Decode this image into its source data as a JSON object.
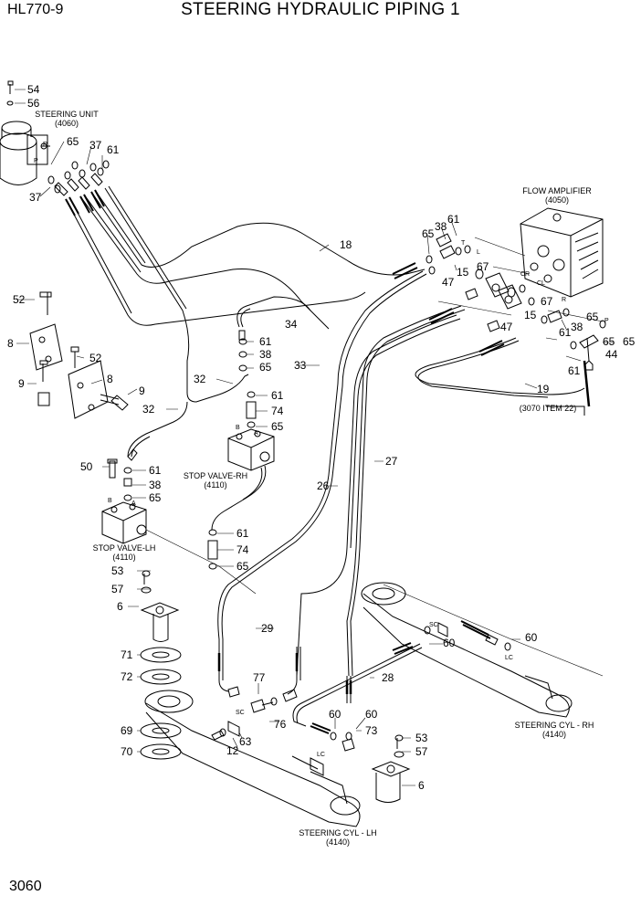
{
  "header": {
    "model": "HL770-9",
    "title": "STEERING HYDRAULIC PIPING 1"
  },
  "page_number": "3060",
  "components": {
    "steering_unit": {
      "name": "STEERING UNIT",
      "ref": "(4060)"
    },
    "flow_amplifier": {
      "name": "FLOW AMPLIFIER",
      "ref": "(4050)"
    },
    "stop_valve_rh": {
      "name": "STOP VALVE-RH",
      "ref": "(4110)"
    },
    "stop_valve_lh": {
      "name": "STOP VALVE-LH",
      "ref": "(4110)"
    },
    "steering_cyl_rh": {
      "name": "STEERING CYL - RH",
      "ref": "(4140)"
    },
    "steering_cyl_lh": {
      "name": "STEERING CYL - LH",
      "ref": "(4140)"
    },
    "item_note": "(3070 ITEM 22)"
  },
  "port_letters": [
    "R",
    "P",
    "T",
    "L",
    "CR",
    "CL",
    "R",
    "P",
    "B",
    "A",
    "B",
    "A",
    "SC",
    "SC",
    "LC",
    "LC"
  ],
  "callouts": [
    "54",
    "56",
    "65",
    "37",
    "61",
    "37",
    "18",
    "38",
    "61",
    "65",
    "65",
    "15",
    "47",
    "67",
    "47",
    "15",
    "67",
    "61",
    "38",
    "65",
    "65",
    "44",
    "61",
    "19",
    "52",
    "8",
    "52",
    "8",
    "9",
    "9",
    "34",
    "61",
    "38",
    "65",
    "32",
    "33",
    "61",
    "74",
    "65",
    "32",
    "50",
    "61",
    "38",
    "65",
    "27",
    "26",
    "61",
    "74",
    "65",
    "53",
    "57",
    "6",
    "29",
    "60",
    "60",
    "71",
    "72",
    "77",
    "28",
    "76",
    "69",
    "12",
    "63",
    "60",
    "60",
    "73",
    "53",
    "57",
    "70",
    "6"
  ]
}
